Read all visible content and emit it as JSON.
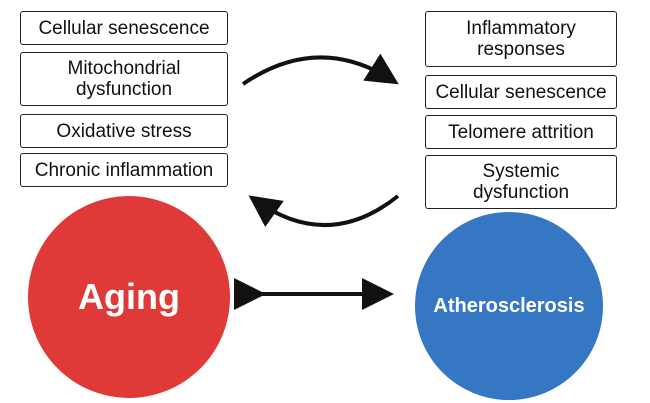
{
  "left_factors": [
    "Cellular senescence",
    "Mitochondrial\ndysfunction",
    "Oxidative stress",
    "Chronic inflammation"
  ],
  "right_factors": [
    "Inflammatory\nresponses",
    "Cellular senescence",
    "Telomere attrition",
    "Systemic\ndysfunction"
  ],
  "aging_label": "Aging",
  "atherosclerosis_label": "Atherosclerosis",
  "colors": {
    "aging": "#e03a38",
    "atherosclerosis": "#3577c2",
    "arrow": "#111111"
  }
}
